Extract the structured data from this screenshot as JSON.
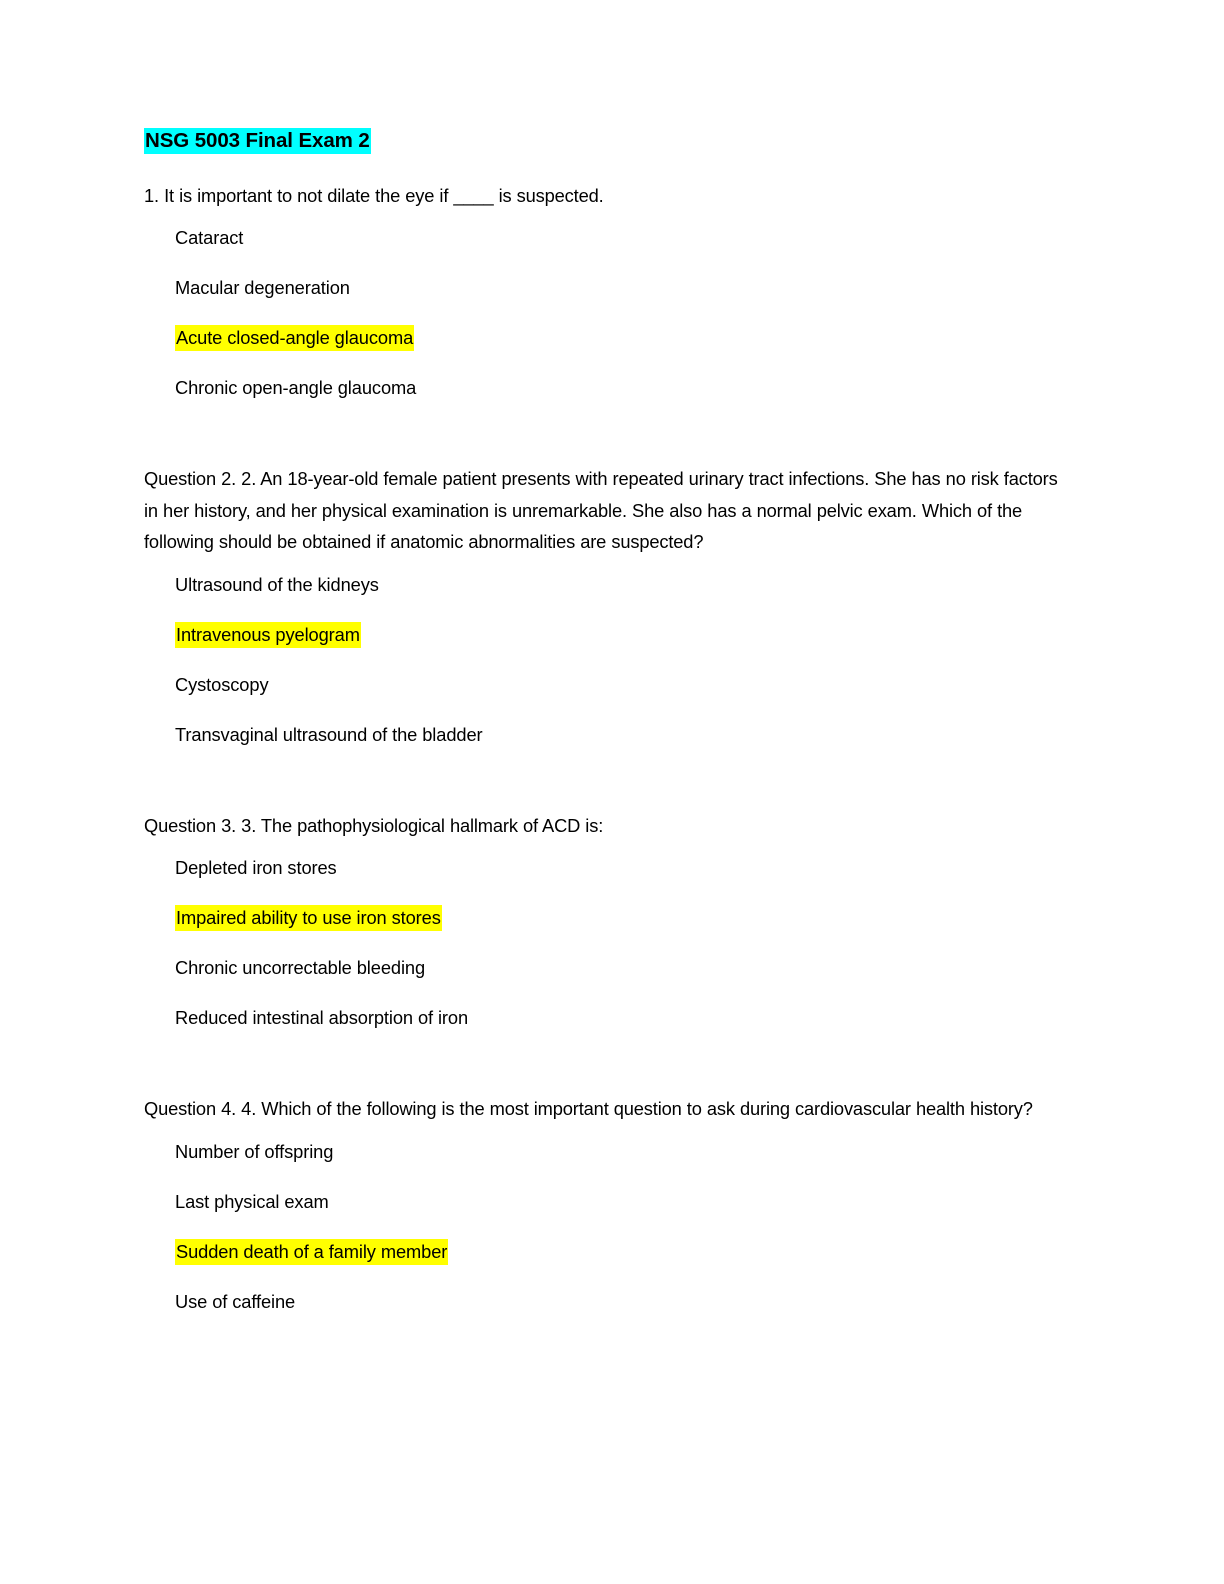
{
  "document": {
    "title": "NSG 5003 Final Exam 2",
    "title_highlight_color": "#00ffff",
    "answer_highlight_color": "#ffff00"
  },
  "questions": [
    {
      "prompt": "1. It is important to not dilate the eye if ____ is suspected.",
      "options": [
        {
          "label": "Cataract",
          "correct": false
        },
        {
          "label": "Macular degeneration",
          "correct": false
        },
        {
          "label": "Acute closed-angle glaucoma",
          "correct": true
        },
        {
          "label": "Chronic open-angle glaucoma",
          "correct": false
        }
      ]
    },
    {
      "prompt": "Question 2. 2. An 18-year-old female patient presents with repeated urinary tract infections. She has no risk factors in her history, and her physical examination is unremarkable. She also has a normal pelvic exam. Which of the following should be obtained if anatomic abnormalities are suspected?",
      "options": [
        {
          "label": "Ultrasound of the kidneys",
          "correct": false
        },
        {
          "label": "Intravenous pyelogram",
          "correct": true
        },
        {
          "label": "Cystoscopy",
          "correct": false
        },
        {
          "label": "Transvaginal ultrasound of the bladder",
          "correct": false
        }
      ]
    },
    {
      "prompt": "Question 3. 3. The pathophysiological hallmark of ACD is:",
      "options": [
        {
          "label": "Depleted iron stores",
          "correct": false
        },
        {
          "label": "Impaired ability to use iron stores",
          "correct": true
        },
        {
          "label": "Chronic uncorrectable bleeding",
          "correct": false
        },
        {
          "label": "Reduced intestinal absorption of iron",
          "correct": false
        }
      ]
    },
    {
      "prompt": "Question 4. 4. Which of the following is the most important question to ask during cardiovascular health history?",
      "options": [
        {
          "label": "Number of offspring",
          "correct": false
        },
        {
          "label": "Last physical exam",
          "correct": false
        },
        {
          "label": "Sudden death of a family member",
          "correct": true
        },
        {
          "label": "Use of caffeine",
          "correct": false
        }
      ]
    }
  ]
}
